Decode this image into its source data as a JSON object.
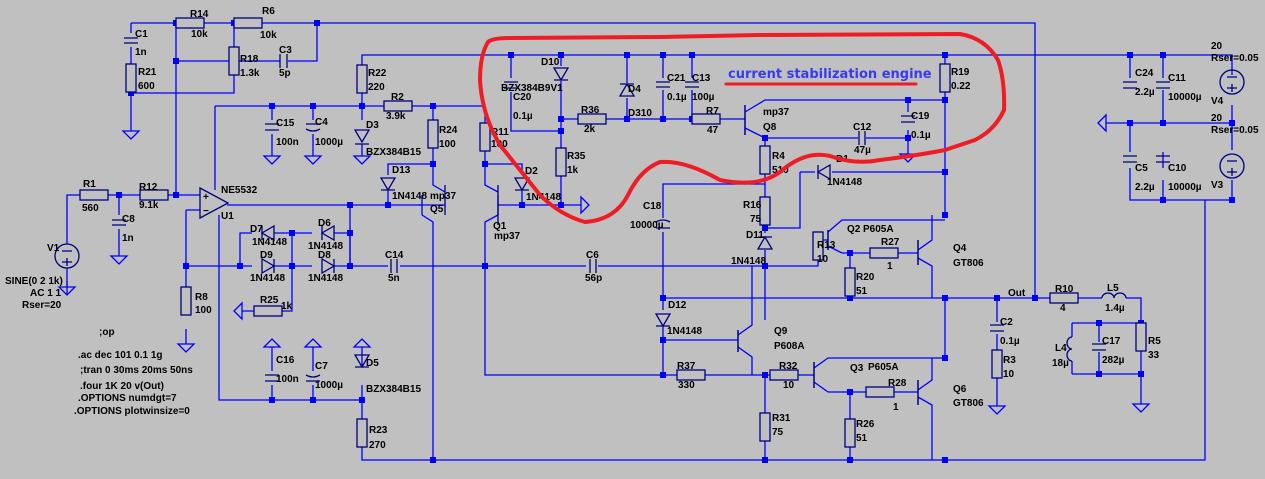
{
  "annotation": {
    "text": "current stabilization engine",
    "highlight_color": "#ee1c24",
    "text_color": "#3a3af0"
  },
  "colors": {
    "background": "#c0c0c0",
    "wire": "#0000ff",
    "component": "#000080"
  },
  "directives": [
    ";op",
    ".ac dec 101 0.1 1g",
    ";tran 0 30ms 20ms 50ns",
    ".four 1K 20 v(Out)",
    ".OPTIONS numdgt=7",
    ".OPTIONS plotwinsize=0"
  ],
  "net_labels": {
    "out": "Out"
  },
  "sources": {
    "V1": {
      "name": "V1",
      "line1": "SINE(0 2 1k)",
      "line2": "AC 1 1",
      "line3": "Rser=20"
    },
    "V4": {
      "name": "V4",
      "value": "20",
      "rser": "Rser=0.05"
    },
    "V3": {
      "name": "V3",
      "value": "20",
      "rser": "Rser=0.05"
    }
  },
  "opamp": {
    "name": "U1",
    "model": "NE5532"
  },
  "components": {
    "C1": {
      "name": "C1",
      "value": "1n"
    },
    "R14": {
      "name": "R14",
      "value": "10k"
    },
    "R6": {
      "name": "R6",
      "value": "10k"
    },
    "R18": {
      "name": "R18",
      "value": "1.3k"
    },
    "C3": {
      "name": "C3",
      "value": "5p"
    },
    "R21": {
      "name": "R21",
      "value": "600"
    },
    "R22": {
      "name": "R22",
      "value": "220"
    },
    "R2": {
      "name": "R2",
      "value": "3.9k"
    },
    "C15": {
      "name": "C15",
      "value": "100n"
    },
    "C4": {
      "name": "C4",
      "value": "1000µ"
    },
    "D3": {
      "name": "D3",
      "value": "BZX384B15"
    },
    "R24": {
      "name": "R24",
      "value": "100"
    },
    "R11": {
      "name": "R11",
      "value": "100"
    },
    "D13": {
      "name": "D13",
      "value": "1N4148"
    },
    "Q5": {
      "name": "Q5",
      "value": "mp37"
    },
    "D2": {
      "name": "D2",
      "value": "1N4148"
    },
    "Q1": {
      "name": "Q1",
      "value": "mp37"
    },
    "R1": {
      "name": "R1",
      "value": "560"
    },
    "R12": {
      "name": "R12",
      "value": "9.1k"
    },
    "C8": {
      "name": "C8",
      "value": "1n"
    },
    "D7": {
      "name": "D7",
      "value": "1N4148"
    },
    "D6": {
      "name": "D6",
      "value": "1N4148"
    },
    "D9": {
      "name": "D9",
      "value": "1N4148"
    },
    "D8": {
      "name": "D8",
      "value": "1N4148"
    },
    "C14": {
      "name": "C14",
      "value": "5n"
    },
    "R25": {
      "name": "R25",
      "value": "1k"
    },
    "R8": {
      "name": "R8",
      "value": "100"
    },
    "C16": {
      "name": "C16",
      "value": "100n"
    },
    "C7": {
      "name": "C7",
      "value": "1000µ"
    },
    "D5": {
      "name": "D5",
      "value": "BZX384B15"
    },
    "R23": {
      "name": "R23",
      "value": "270"
    },
    "D10": {
      "name": "D10",
      "value": "BZX384B9V1"
    },
    "C20": {
      "name": "C20",
      "value": "0.1µ"
    },
    "R36": {
      "name": "R36",
      "value": "2k"
    },
    "R35": {
      "name": "R35",
      "value": "1k"
    },
    "D4": {
      "name": "D4",
      "value": "D310"
    },
    "C21": {
      "name": "C21",
      "value": "0.1µ"
    },
    "C13": {
      "name": "C13",
      "value": "100µ"
    },
    "R7": {
      "name": "R7",
      "value": "47"
    },
    "Q8": {
      "name": "Q8",
      "value": "mp37"
    },
    "R4": {
      "name": "R4",
      "value": "510"
    },
    "C12": {
      "name": "C12",
      "value": "47µ"
    },
    "C19": {
      "name": "C19",
      "value": "0.1µ"
    },
    "R19": {
      "name": "R19",
      "value": "0.22"
    },
    "D1": {
      "name": "D1",
      "value": "1N4148"
    },
    "C18": {
      "name": "C18",
      "value": "10000µ"
    },
    "C6": {
      "name": "C6",
      "value": "56p"
    },
    "R16": {
      "name": "R16",
      "value": "75"
    },
    "D11": {
      "name": "D11",
      "value": "1N4148"
    },
    "R13": {
      "name": "R13",
      "value": "10"
    },
    "Q2": {
      "name": "Q2",
      "value": "P605A"
    },
    "R27": {
      "name": "R27",
      "value": "1"
    },
    "R20": {
      "name": "R20",
      "value": "51"
    },
    "Q4": {
      "name": "Q4",
      "value": "GT806"
    },
    "D12": {
      "name": "D12",
      "value": "1N4148"
    },
    "Q9": {
      "name": "Q9",
      "value": "P608A"
    },
    "R37": {
      "name": "R37",
      "value": "330"
    },
    "R32": {
      "name": "R32",
      "value": "10"
    },
    "Q3": {
      "name": "Q3",
      "value": "P605A"
    },
    "R28": {
      "name": "R28",
      "value": "1"
    },
    "Q6": {
      "name": "Q6",
      "value": "GT806"
    },
    "R31": {
      "name": "R31",
      "value": "75"
    },
    "R26": {
      "name": "R26",
      "value": "51"
    },
    "C2": {
      "name": "C2",
      "value": "0.1µ"
    },
    "R3": {
      "name": "R3",
      "value": "10"
    },
    "R10": {
      "name": "R10",
      "value": "4"
    },
    "L5": {
      "name": "L5",
      "value": "1.4µ"
    },
    "L4": {
      "name": "L4",
      "value": "18µ"
    },
    "C17": {
      "name": "C17",
      "value": "282µ"
    },
    "R5": {
      "name": "R5",
      "value": "33"
    },
    "C24": {
      "name": "C24",
      "value": "2.2µ"
    },
    "C11": {
      "name": "C11",
      "value": "10000µ"
    },
    "C5": {
      "name": "C5",
      "value": "2.2µ"
    },
    "C10": {
      "name": "C10",
      "value": "10000µ"
    }
  }
}
